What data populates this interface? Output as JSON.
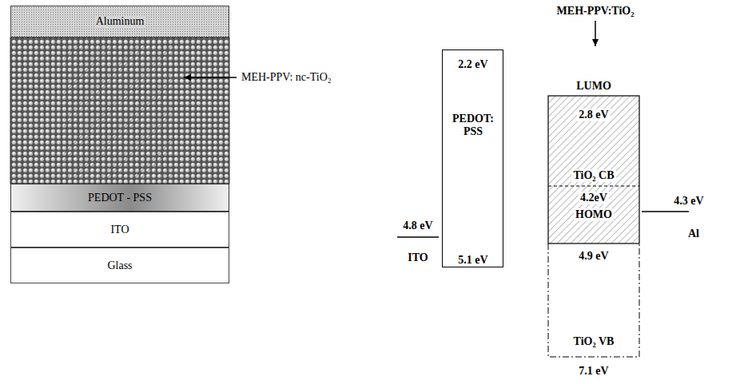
{
  "diagram": {
    "nodes": [
      {
        "text": [
          "Aluminum"
        ]
      },
      {
        "text": [
          "PEDOT - PSS"
        ]
      },
      {
        "text": [
          "ITO"
        ]
      },
      {
        "text": [
          "Glass"
        ]
      },
      {
        "text": [
          "2.2 eV",
          "PEDOT: PSS",
          "5.1 eV"
        ]
      },
      {
        "text": [
          "LUMO",
          "2.8 eV",
          "TiO₂ CB",
          "4.2eV",
          "HOMO"
        ]
      },
      {
        "text": [
          "4.9 eV",
          "TiO₂ VB",
          "7.1 eV"
        ]
      }
    ],
    "labels": [
      "MEH-PPV: nc-TiO₂",
      "MEH-PPV:TiO₂",
      "4.8 eV",
      "ITO",
      "4.3 eV",
      "Al"
    ]
  }
}
